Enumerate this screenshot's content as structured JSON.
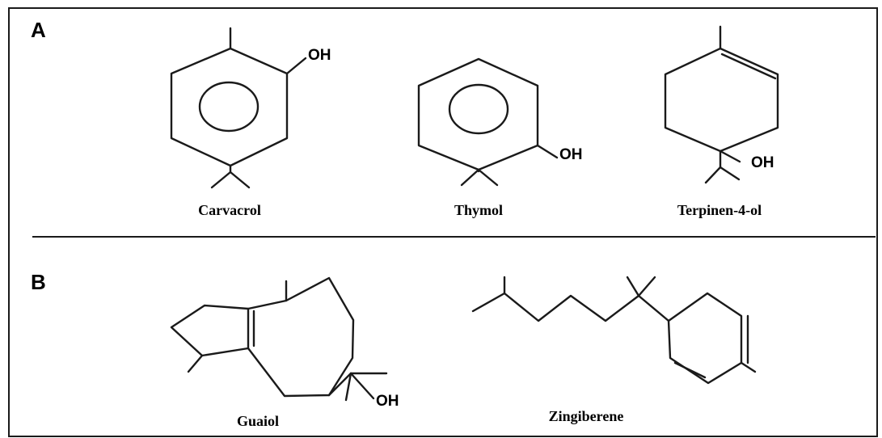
{
  "panels": [
    {
      "label": "A",
      "compounds": [
        {
          "name": "Carvacrol",
          "group": "OH"
        },
        {
          "name": "Thymol",
          "group": "OH"
        },
        {
          "name": "Terpinen-4-ol",
          "group": "OH"
        }
      ]
    },
    {
      "label": "B",
      "compounds": [
        {
          "name": "Guaiol",
          "group": "OH"
        },
        {
          "name": "Zingiberene"
        }
      ]
    }
  ],
  "colors": {
    "line": "#1a1a1a",
    "background": "#ffffff"
  }
}
